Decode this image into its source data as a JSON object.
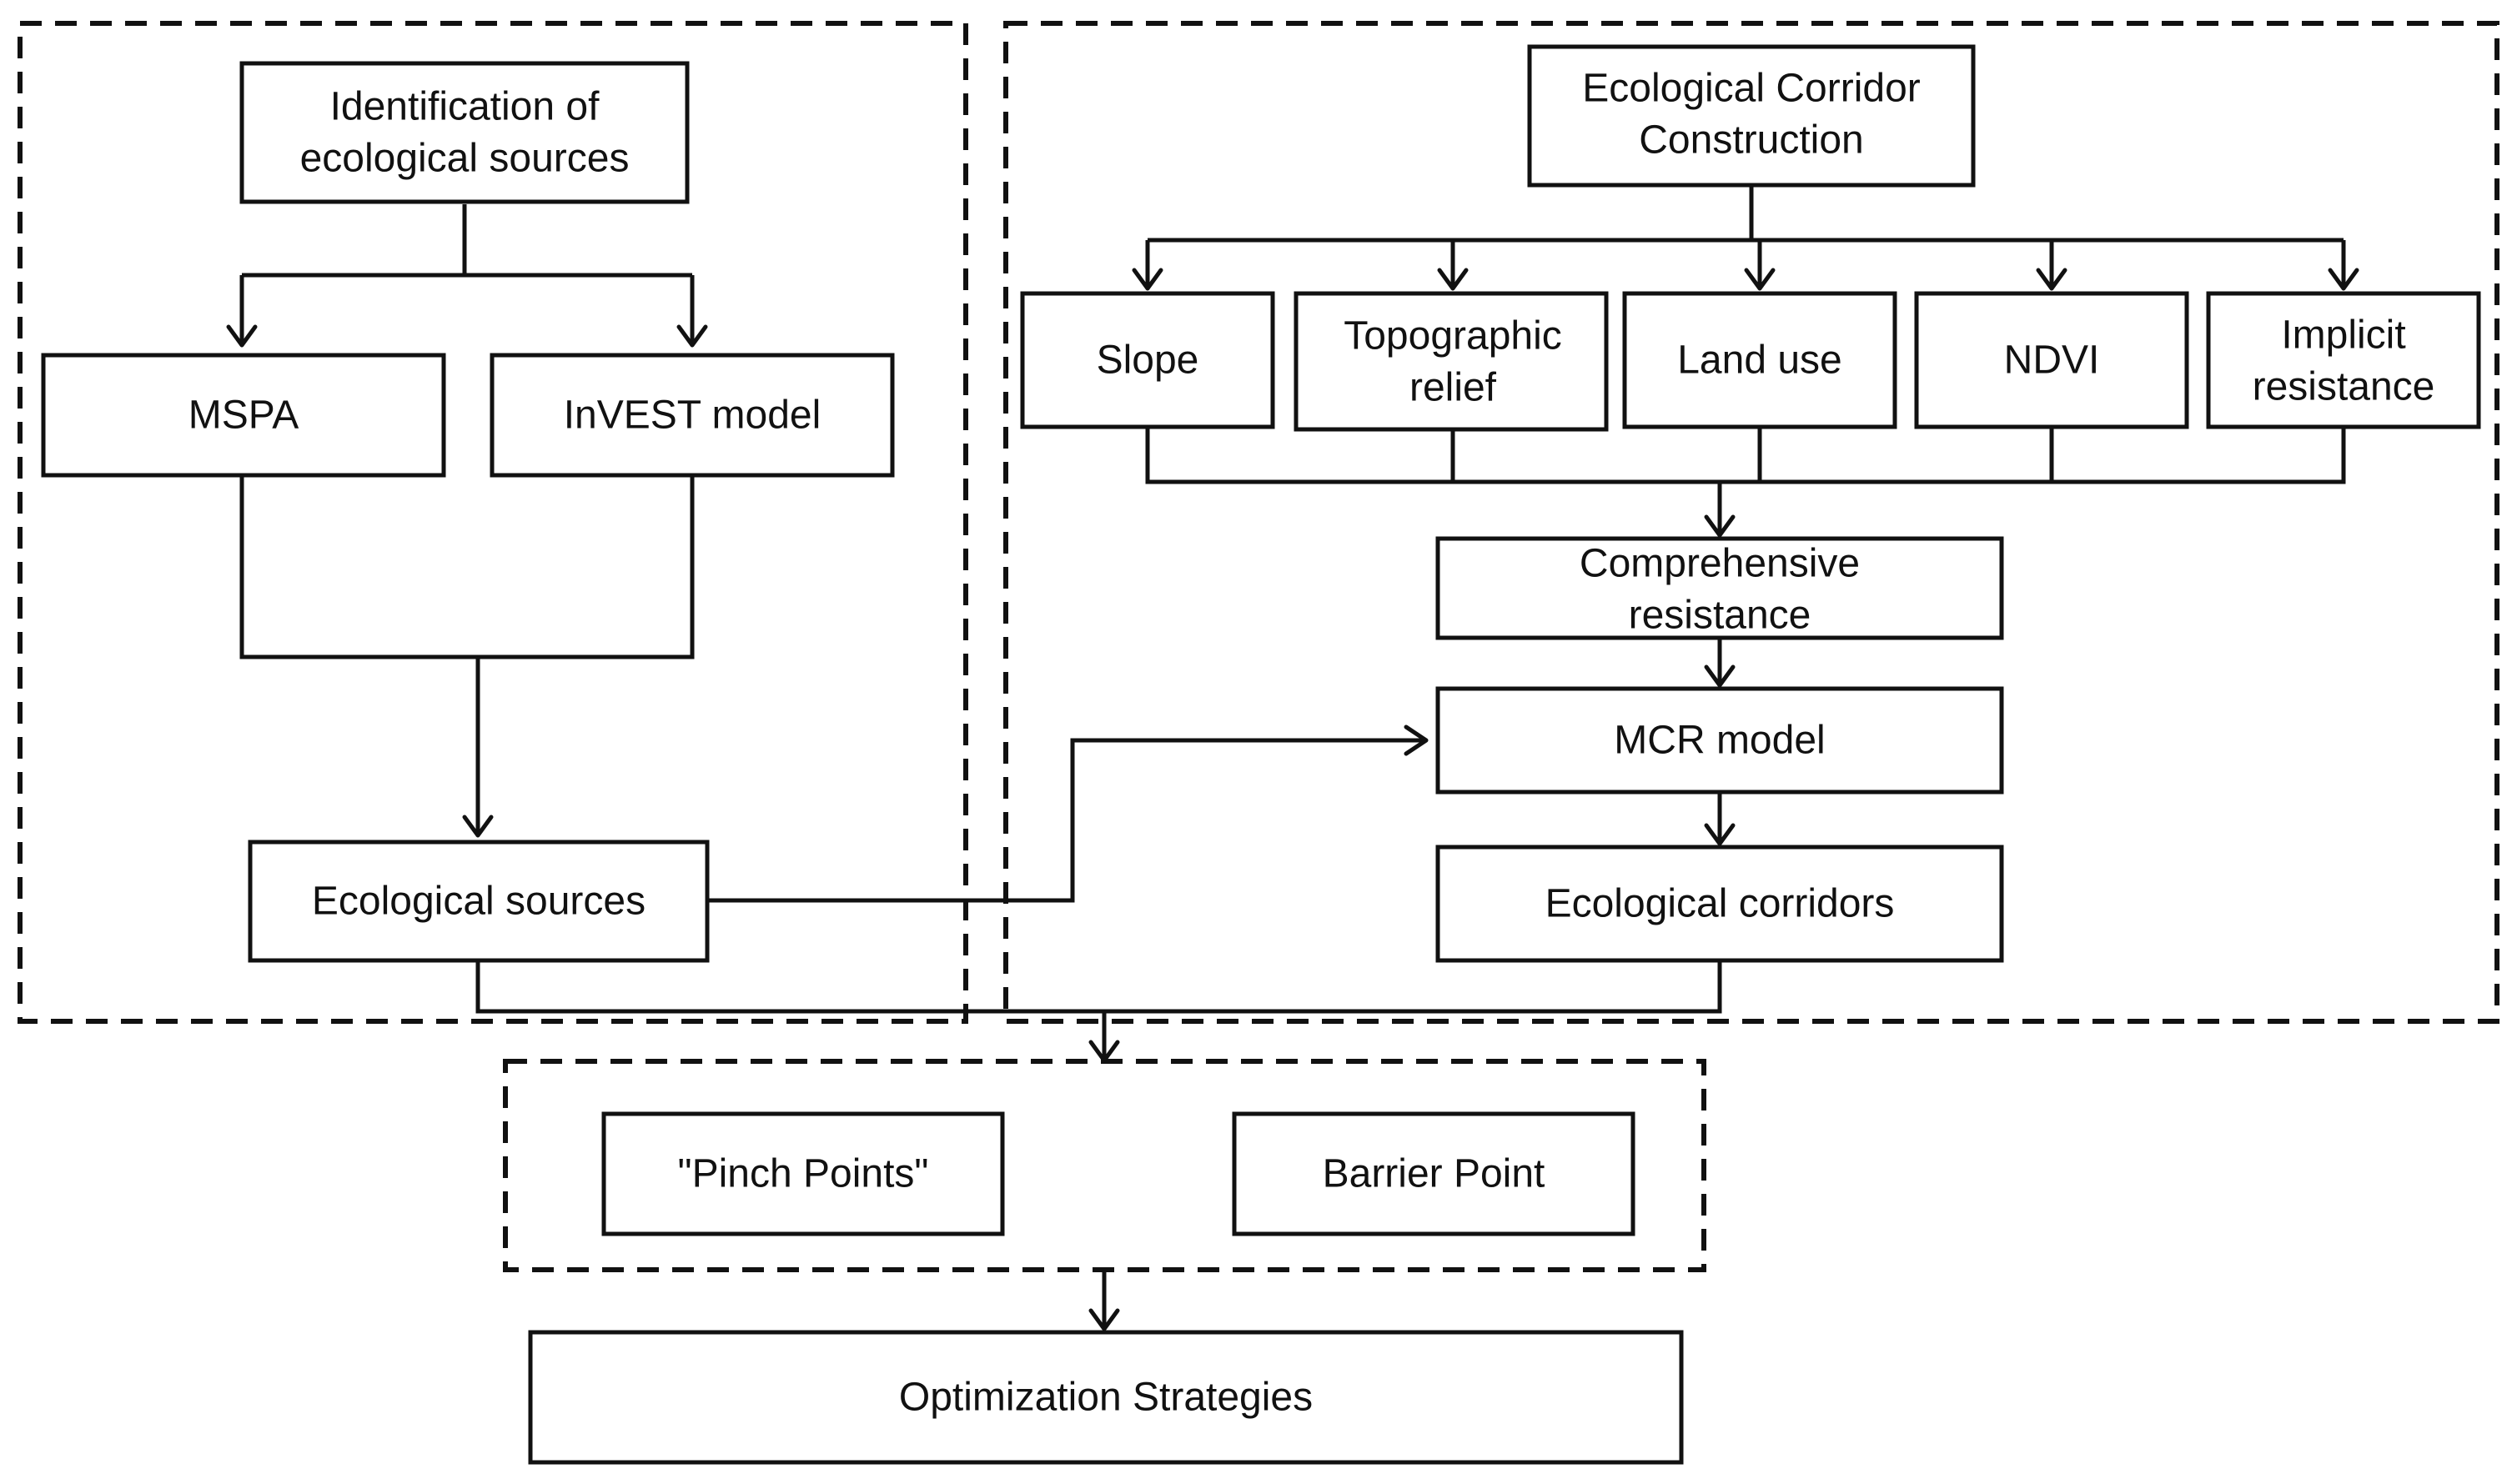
{
  "nodes": {
    "identification": {
      "line1": "Identification of",
      "line2": "ecological sources"
    },
    "mspa": "MSPA",
    "invest": "InVEST model",
    "ecological_sources": "Ecological sources",
    "corridor_construction": {
      "line1": "Ecological Corridor",
      "line2": "Construction"
    },
    "slope": "Slope",
    "topographic": {
      "line1": "Topographic",
      "line2": "relief"
    },
    "land_use": "Land use",
    "ndvi": "NDVI",
    "implicit": {
      "line1": "Implicit",
      "line2": "resistance"
    },
    "comprehensive": {
      "line1": "Comprehensive",
      "line2": "resistance"
    },
    "mcr": "MCR model",
    "corridors": "Ecological corridors",
    "pinch": "\"Pinch Points\"",
    "barrier": "Barrier Point",
    "optimization": "Optimization Strategies"
  }
}
